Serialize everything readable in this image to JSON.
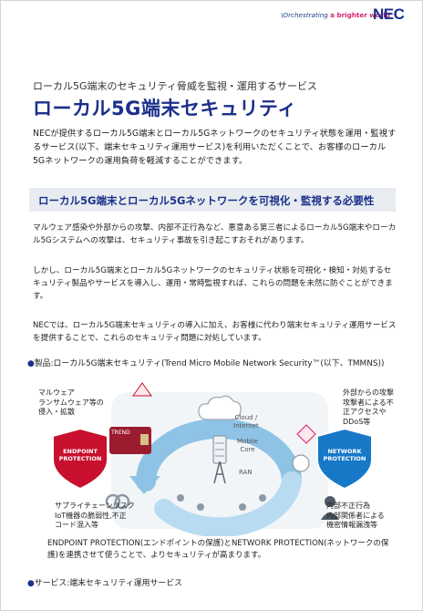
{
  "header": {
    "tagline_prefix": "\\Orchestrating",
    "tagline_accent": "a brighter world",
    "logo": "NEC"
  },
  "hero": {
    "subtitle": "ローカル5G端末のセキュリティ脅威を監視・運用するサービス",
    "title": "ローカル5G端末セキュリティ",
    "intro": "NECが提供するローカル5G端末とローカル5Gネットワークのセキュリティ状態を運用・監視するサービス(以下、端末セキュリティ運用サービス)を利用いただくことで、お客様のローカル5Gネットワークの運用負荷を軽減することができます。"
  },
  "section": {
    "heading": "ローカル5G端末とローカル5Gネットワークを可視化・監視する必要性",
    "paragraphs": [
      "マルウェア感染や外部からの攻撃、内部不正行為など、悪意ある第三者によるローカル5G端末やローカル5Gシステムへの攻撃は、セキュリティ事故を引き起こすおそれがあります。",
      "しかし、ローカル5G端末とローカル5Gネットワークのセキュリティ状態を可視化・検知・対処するセキュリティ製品やサービスを導入し、運用・常時監視すれば、これらの問題を未然に防ぐことができます。",
      "NECでは、ローカル5G端末セキュリティの導入に加え、お客様に代わり端末セキュリティ運用サービスを提供することで、これらのセキュリティ問題に対処しています。"
    ]
  },
  "product": {
    "bullet": "●",
    "text": "製品:ローカル5G端末セキュリティ(Trend Micro Mobile Network Security™(以下、TMMNS))"
  },
  "diagram": {
    "malware": [
      "マルウェア",
      "ランサムウェア等の",
      "侵入・拡散"
    ],
    "external": [
      "外部からの攻撃",
      "攻撃者による不",
      "正アクセスや",
      "DDoS等"
    ],
    "supply": [
      "サプライチェーンリスク",
      "IoT機器の脆弱性,不正",
      "コード混入等"
    ],
    "internal": [
      "内部不正行為",
      "内部関係者による",
      "機密情報漏洩等"
    ],
    "endpoint": [
      "ENDPOINT",
      "PROTECTION"
    ],
    "network": [
      "NETWORK",
      "PROTECTION"
    ],
    "cloud": [
      "Cloud /",
      "Internet"
    ],
    "core": [
      "Mobile",
      "Core"
    ],
    "ran": "RAN",
    "trend": "TREND",
    "colors": {
      "endpoint": "#c8102e",
      "network": "#1778c8",
      "cycle": "#8ec3e6"
    }
  },
  "caption": "ENDPOINT PROTECTION(エンドポイントの保護)とNETWORK PROTECTION(ネットワークの保護)を連携させて使うことで、よりセキュリティが高まります。",
  "service": {
    "bullet": "●",
    "text": "サービス:端末セキュリティ運用サービス"
  }
}
